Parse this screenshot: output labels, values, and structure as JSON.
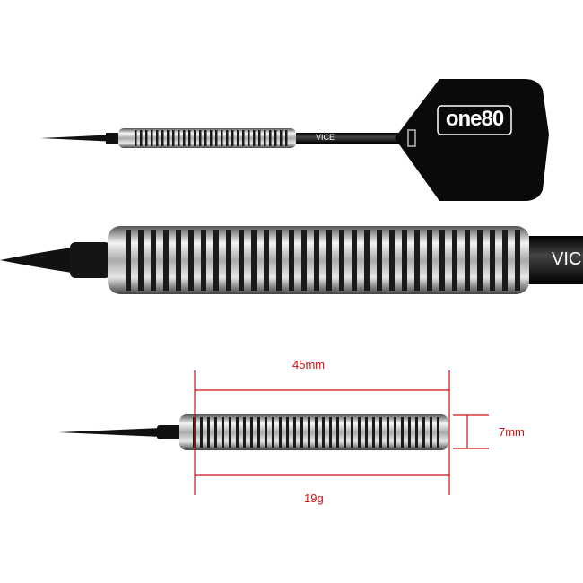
{
  "product": {
    "flight_logo": "one80",
    "shaft_logo": "VICE"
  },
  "dimensions": {
    "length": "45mm",
    "diameter": "7mm",
    "weight": "19g"
  },
  "colors": {
    "dimension_lines": "#d01010",
    "barrel_steel": "#c8c8c8",
    "black_parts": "#111111"
  }
}
